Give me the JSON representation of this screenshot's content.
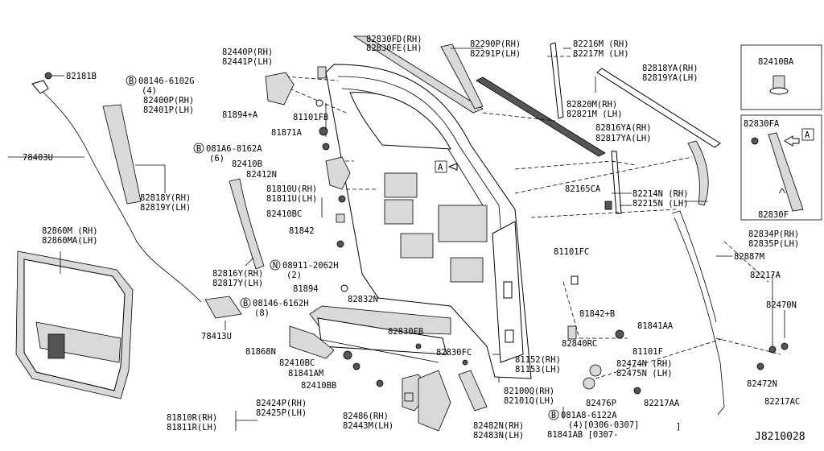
{
  "diagram_code": "J8210028",
  "labels": [
    {
      "id": "82181b",
      "text": "82181B"
    },
    {
      "id": "78403u",
      "text": "78403U"
    },
    {
      "id": "82860m",
      "text": "82860M (RH)"
    },
    {
      "id": "82860ma",
      "text": "82860MA(LH)"
    },
    {
      "id": "82818y",
      "text": "82818Y(RH)"
    },
    {
      "id": "82819y",
      "text": "82819Y(LH)"
    },
    {
      "id": "82816y",
      "text": "82816Y(RH)"
    },
    {
      "id": "82817y",
      "text": "82817Y(LH)"
    },
    {
      "id": "78413u",
      "text": "78413U"
    },
    {
      "id": "82440p",
      "text": "82440P(RH)"
    },
    {
      "id": "82441p",
      "text": "82441P(LH)"
    },
    {
      "id": "08146-6102g",
      "text": "08146-6102G"
    },
    {
      "id": "qty4a",
      "text": "(4)"
    },
    {
      "id": "82400p",
      "text": "82400P(RH)"
    },
    {
      "id": "82401p",
      "text": "82401P(LH)"
    },
    {
      "id": "81894a",
      "text": "81894+A"
    },
    {
      "id": "81101fb",
      "text": "81101FB"
    },
    {
      "id": "81871a",
      "text": "81871A"
    },
    {
      "id": "081a6-8162a",
      "text": "081A6-8162A"
    },
    {
      "id": "qty6",
      "text": "(6)"
    },
    {
      "id": "82410b",
      "text": "82410B"
    },
    {
      "id": "82412n",
      "text": "82412N"
    },
    {
      "id": "81810u",
      "text": "81810U(RH)"
    },
    {
      "id": "81811u",
      "text": "81811U(LH)"
    },
    {
      "id": "82410bc1",
      "text": "82410BC"
    },
    {
      "id": "81842",
      "text": "81842"
    },
    {
      "id": "08911-2062h",
      "text": "08911-2062H"
    },
    {
      "id": "qty2",
      "text": "(2)"
    },
    {
      "id": "81894",
      "text": "81894"
    },
    {
      "id": "08146-6162h",
      "text": "08146-6162H"
    },
    {
      "id": "qty8",
      "text": "(8)"
    },
    {
      "id": "82832n",
      "text": "82832N"
    },
    {
      "id": "81868n",
      "text": "81868N"
    },
    {
      "id": "82410bc2",
      "text": "82410BC"
    },
    {
      "id": "81841am",
      "text": "81841AM"
    },
    {
      "id": "82410bb",
      "text": "82410BB"
    },
    {
      "id": "82830fb",
      "text": "82830FB"
    },
    {
      "id": "82830fc",
      "text": "82830FC"
    },
    {
      "id": "82424p",
      "text": "82424P(RH)"
    },
    {
      "id": "82425p",
      "text": "82425P(LH)"
    },
    {
      "id": "82486",
      "text": "82486(RH)"
    },
    {
      "id": "82443m",
      "text": "82443M(LH)"
    },
    {
      "id": "81810r",
      "text": "81810R(RH)"
    },
    {
      "id": "81811r",
      "text": "81811R(LH)"
    },
    {
      "id": "82482n",
      "text": "82482N(RH)"
    },
    {
      "id": "82483n",
      "text": "82483N(LH)"
    },
    {
      "id": "82830fd",
      "text": "82830FD(RH)"
    },
    {
      "id": "82830fe",
      "text": "82830FE(LH)"
    },
    {
      "id": "82290p",
      "text": "82290P(RH)"
    },
    {
      "id": "82291p",
      "text": "82291P(LH)"
    },
    {
      "id": "82216m",
      "text": "82216M (RH)"
    },
    {
      "id": "82217m",
      "text": "82217M (LH)"
    },
    {
      "id": "82818ya",
      "text": "82818YA(RH)"
    },
    {
      "id": "82819ya",
      "text": "82819YA(LH)"
    },
    {
      "id": "82820m",
      "text": "82820M(RH)"
    },
    {
      "id": "82821m",
      "text": "82821M (LH)"
    },
    {
      "id": "82816ya",
      "text": "82816YA(RH)"
    },
    {
      "id": "82817ya",
      "text": "82817YA(LH)"
    },
    {
      "id": "a1",
      "text": "A"
    },
    {
      "id": "82165ca",
      "text": "82165CA"
    },
    {
      "id": "82214n",
      "text": "82214N (RH)"
    },
    {
      "id": "82215n",
      "text": "82215N (LH)"
    },
    {
      "id": "81101fc",
      "text": "81101FC"
    },
    {
      "id": "81842b",
      "text": "81842+B"
    },
    {
      "id": "81841aa",
      "text": "81841AA"
    },
    {
      "id": "82840rc",
      "text": "82840RC"
    },
    {
      "id": "81101f",
      "text": "81101F"
    },
    {
      "id": "81152",
      "text": "81152(RH)"
    },
    {
      "id": "81153",
      "text": "81153(LH)"
    },
    {
      "id": "82474n",
      "text": "82474N (RH)"
    },
    {
      "id": "82475n",
      "text": "82475N (LH)"
    },
    {
      "id": "82100q",
      "text": "82100Q(RH)"
    },
    {
      "id": "82101q",
      "text": "82101Q(LH)"
    },
    {
      "id": "82476p",
      "text": "82476P"
    },
    {
      "id": "82217aa",
      "text": "82217AA"
    },
    {
      "id": "081a8-6122a",
      "text": "081A8-6122A"
    },
    {
      "id": "qty4b",
      "text": "(4)[0306-0307]"
    },
    {
      "id": "81841ab",
      "text": "81841AB [0307-"
    },
    {
      "id": "82410ba",
      "text": "82410BA"
    },
    {
      "id": "82830fa",
      "text": "82830FA"
    },
    {
      "id": "a2",
      "text": "A"
    },
    {
      "id": "82830f",
      "text": "82830F"
    },
    {
      "id": "82834p",
      "text": "82834P(RH)"
    },
    {
      "id": "82835p",
      "text": "82835P(LH)"
    },
    {
      "id": "82887m",
      "text": "82887M"
    },
    {
      "id": "82217a",
      "text": "82217A"
    },
    {
      "id": "82470n",
      "text": "82470N"
    },
    {
      "id": "82472n",
      "text": "82472N"
    },
    {
      "id": "82217ac",
      "text": "82217AC"
    }
  ],
  "symbols": {
    "bolt_b": "B",
    "nut_n": "N",
    "bracket_close": "]"
  }
}
